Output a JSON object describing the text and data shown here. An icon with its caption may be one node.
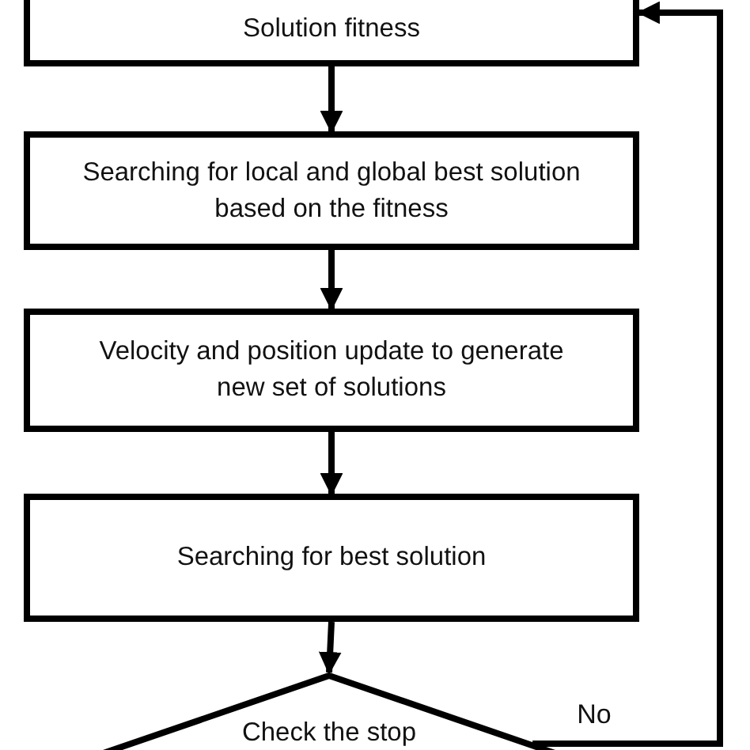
{
  "diagram": {
    "nodes": [
      {
        "text": [
          "Solution fitness"
        ]
      },
      {
        "text": [
          "Searching for local and global best solution based on the fitness"
        ]
      },
      {
        "text": [
          "Velocity and position update to generate new set of solutions"
        ]
      },
      {
        "text": [
          "Searching for best solution"
        ]
      },
      {
        "text": [
          "Check the stop"
        ]
      }
    ],
    "edges": [
      {
        "from": 0,
        "to": 1,
        "arrow": "to"
      },
      {
        "from": 1,
        "to": 2,
        "arrow": "to"
      },
      {
        "from": 2,
        "to": 3,
        "arrow": "to"
      },
      {
        "from": 3,
        "to": 4,
        "arrow": "to"
      },
      {
        "from": 4,
        "to": 0,
        "arrow": "to",
        "label": "No"
      }
    ]
  }
}
